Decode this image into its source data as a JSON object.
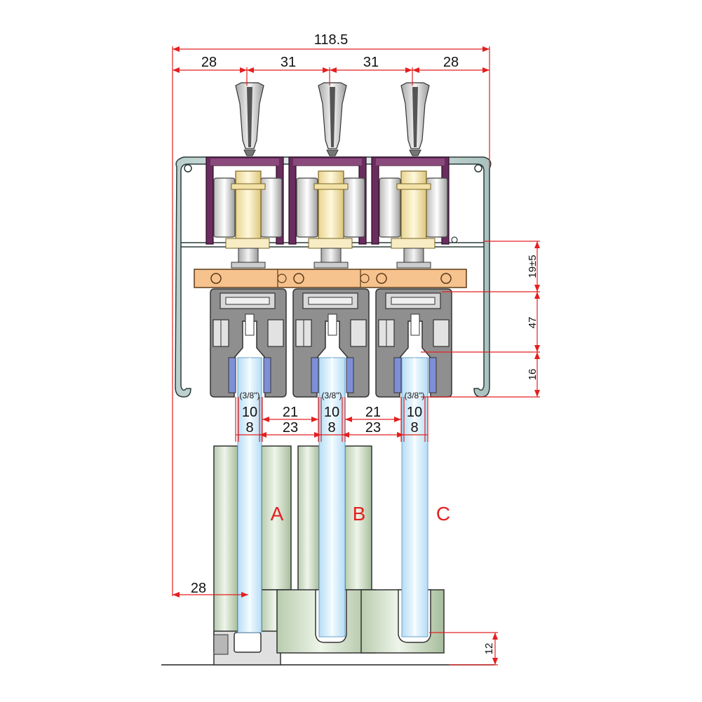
{
  "dimensions": {
    "overall_width": "118.5",
    "spacing": [
      "28",
      "31",
      "31",
      "28"
    ],
    "left_offset": "28",
    "vertical": [
      "19±5",
      "47",
      "16",
      "12"
    ],
    "glass_thickness_label": "(3/8\")",
    "glass_outer": "10",
    "glass_inner": "8",
    "gap_outer": "21",
    "gap_inner": "23"
  },
  "panels": [
    "A",
    "B",
    "C"
  ],
  "colors": {
    "dimension_line": "#e32020",
    "track_profile": "#d5e4e2",
    "carriage": "#6b2c5f",
    "roller": "#f7ecc4",
    "bracket": "#f6c28d",
    "clamp": "#8f8f90",
    "glass": "#cfe8f7",
    "panel_frame": "#d6e3cd"
  }
}
